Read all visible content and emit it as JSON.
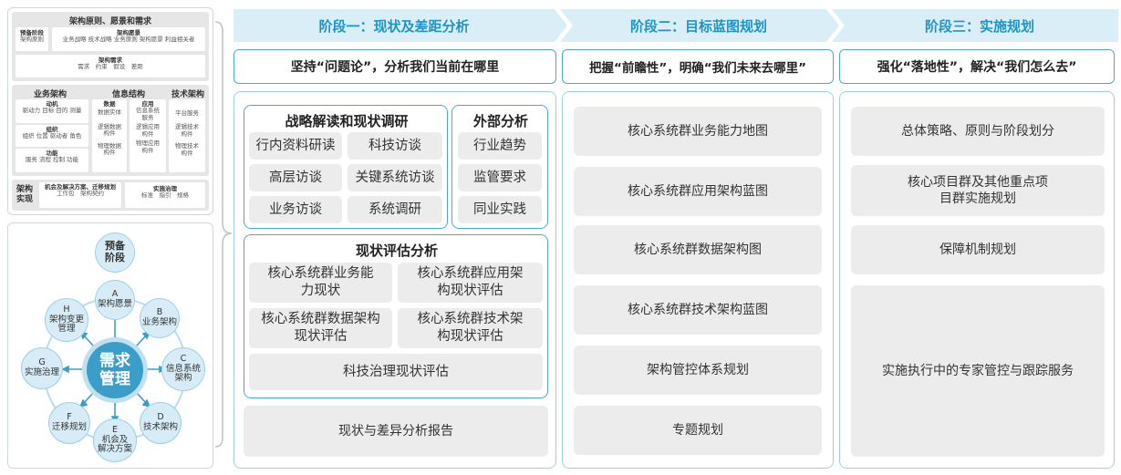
{
  "framework": {
    "title": "架构原则、愿景和需求",
    "prelim": {
      "title": "预备阶段",
      "item": "架构原则"
    },
    "vision": {
      "title": "架构愿景",
      "items": "业务战略 技术战略 业务原则 架构愿景 利益相关者"
    },
    "req": {
      "title": "架构需求",
      "items": "需求　约束　假设　差距"
    },
    "business": {
      "title": "业务架构",
      "motive_title": "动机",
      "motive_items": "驱动力 目标 目的 测量",
      "org_title": "组织",
      "org_items": "组织 位置 驱动者 角色",
      "func_title": "功能",
      "func_items": "服务 流程 控制 功能"
    },
    "info": {
      "title": "信息结构",
      "data_title": "数据",
      "data_a": "数据实体",
      "data_b": "逻辑数据构件",
      "data_c": "物理数据构件",
      "app_title": "应用",
      "app_a": "信息系统服务",
      "app_b": "逻辑应用构件",
      "app_c": "物理应用构件"
    },
    "tech": {
      "title": "技术架构",
      "a": "平台服务",
      "b": "逻辑技术构件",
      "c": "物理技术构件"
    },
    "impl": {
      "title": "架构实现",
      "opp_title": "机会及解决方案、迁移规划",
      "opp_items": "工作包　架构契约",
      "gov_title": "实施治理",
      "gov_items": "标准　指引　规格"
    }
  },
  "cycle": {
    "center": [
      "需求",
      "管理"
    ],
    "prelim": [
      "预备",
      "阶段"
    ],
    "A": [
      "A",
      "架构愿景"
    ],
    "B": [
      "B",
      "业务架构"
    ],
    "C": [
      "C",
      "信息系统",
      "架构"
    ],
    "D": [
      "D",
      "技术架构"
    ],
    "E": [
      "E",
      "机会及",
      "解决方案"
    ],
    "F": [
      "F",
      "迁移规划"
    ],
    "G": [
      "G",
      "实施治理"
    ],
    "H": [
      "H",
      "架构变更",
      "管理"
    ]
  },
  "stage1": {
    "banner": "阶段一：现状及差距分析",
    "subtitle": "坚持“问题论”，分析我们当前在哪里",
    "strategy": {
      "title": "战略解读和现状调研",
      "items": [
        "行内资料研读",
        "科技访谈",
        "高层访谈",
        "关键系统访谈",
        "业务访谈",
        "系统调研"
      ]
    },
    "external": {
      "title": "外部分析",
      "items": [
        "行业趋势",
        "监管要求",
        "同业实践"
      ]
    },
    "assessment": {
      "title": "现状评估分析",
      "items": [
        "核心系统群业务能力现状",
        "核心系统群应用架构现状评估",
        "核心系统群数据架构现状评估",
        "核心系统群技术架构现状评估"
      ],
      "wide": "科技治理现状评估"
    },
    "report": "现状与差异分析报告"
  },
  "stage2": {
    "banner": "阶段二：目标蓝图规划",
    "subtitle": "把握“前瞻性”，明确“我们未来去哪里”",
    "items": [
      "核心系统群业务能力地图",
      "核心系统群应用架构蓝图",
      "核心系统群数据架构图",
      "核心系统群技术架构蓝图",
      "架构管控体系规划",
      "专题规划"
    ]
  },
  "stage3": {
    "banner": "阶段三：实施规划",
    "subtitle": "强化“落地性”，解决“我们怎么去”",
    "items": [
      "总体策略、原则与阶段划分",
      "核心项目群及其他重点项目群实施规划",
      "保障机制规划",
      "实施执行中的专家管控与跟踪服务"
    ]
  },
  "colors": {
    "accent": "#1f95c6",
    "banner_bg": "#d9eef7",
    "box_gray": "#ececec",
    "node": "#d7ecf6"
  }
}
